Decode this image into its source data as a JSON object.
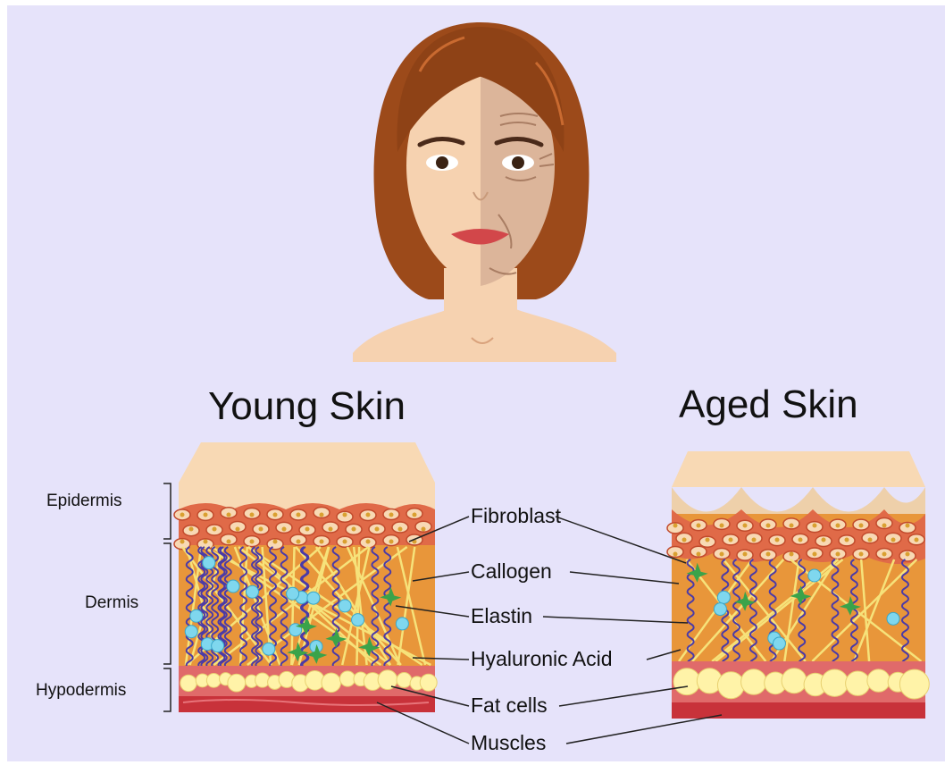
{
  "headings": {
    "young": "Young Skin",
    "aged": "Aged Skin"
  },
  "layers": {
    "epidermis": "Epidermis",
    "dermis": "Dermis",
    "hypodermis": "Hypodermis"
  },
  "components": {
    "fibroblast": "Fibroblast",
    "callogen": "Callogen",
    "elastin": "Elastin",
    "hyaluronic_acid": "Hyaluronic Acid",
    "fat_cells": "Fat cells",
    "muscles": "Muscles"
  },
  "colors": {
    "background": "#e6e3fa",
    "hair": "#9c4a1a",
    "skin_young": "#f6d2b0",
    "skin_aged": "#dcb59a",
    "epidermis_top": "#f8d9b4",
    "epidermis_cells": "#e06a48",
    "dermis": "#e8963a",
    "collagen": "#f6e27a",
    "elastin": "#4a3aa8",
    "hyaluronic": "#7fd7ee",
    "fibroblast": "#3aa34a",
    "fat": "#fff3a8",
    "muscle": "#c8323a"
  }
}
